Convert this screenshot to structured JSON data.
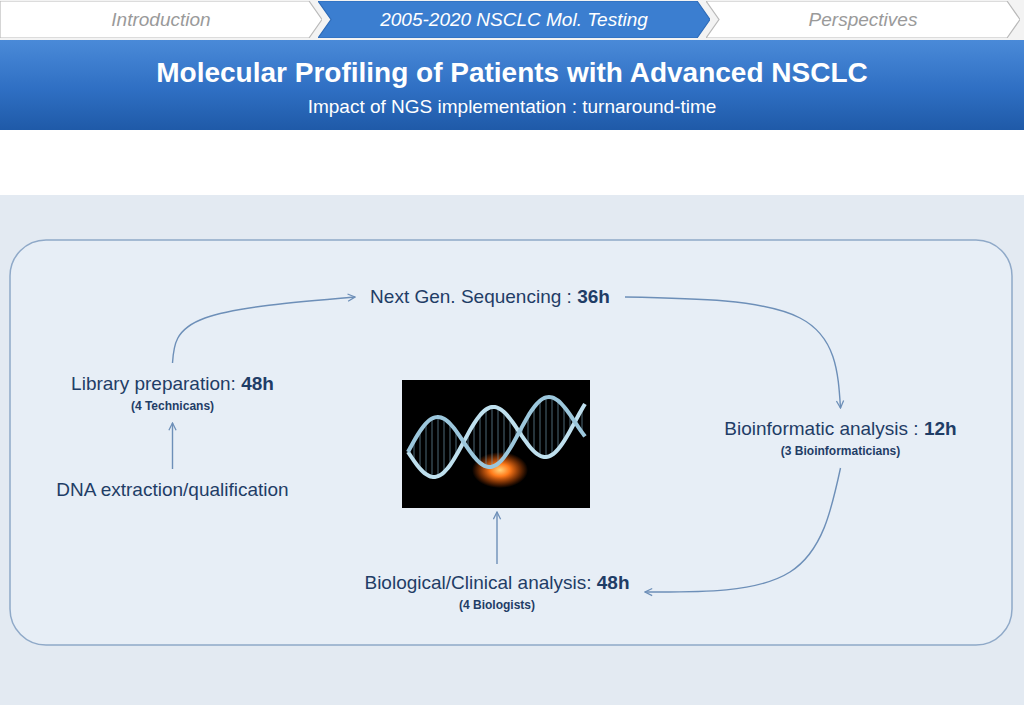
{
  "diagram": {
    "title": "Molecular Profiling of Patients with Advanced NSCLC",
    "nodes": [
      {
        "text": [
          "Introduction"
        ]
      },
      {
        "text": [
          "2005-2020 NSCLC Mol. Testing"
        ]
      },
      {
        "text": [
          "Perspectives"
        ]
      },
      {
        "text": [
          "Next Gen. Sequencing : 36h"
        ]
      },
      {
        "text": [
          "Library preparation: 48h",
          "(4 Technicans)"
        ]
      },
      {
        "text": [
          "Bioinformatic analysis : 12h",
          "(3 Bioinformaticians)"
        ]
      },
      {
        "text": [
          "DNA extraction/qualification"
        ]
      },
      {
        "text": [
          "Biological/Clinical analysis: 48h",
          "(4 Biologists)"
        ]
      }
    ],
    "edges": [
      {
        "from": 6,
        "to": 4,
        "arrow": "to"
      },
      {
        "from": 4,
        "to": 3,
        "arrow": "to"
      },
      {
        "from": 3,
        "to": 5,
        "arrow": "to"
      },
      {
        "from": 5,
        "to": 7,
        "arrow": "to"
      }
    ],
    "labels": [
      "Impact of NGS implementation : turnaround-time"
    ]
  }
}
